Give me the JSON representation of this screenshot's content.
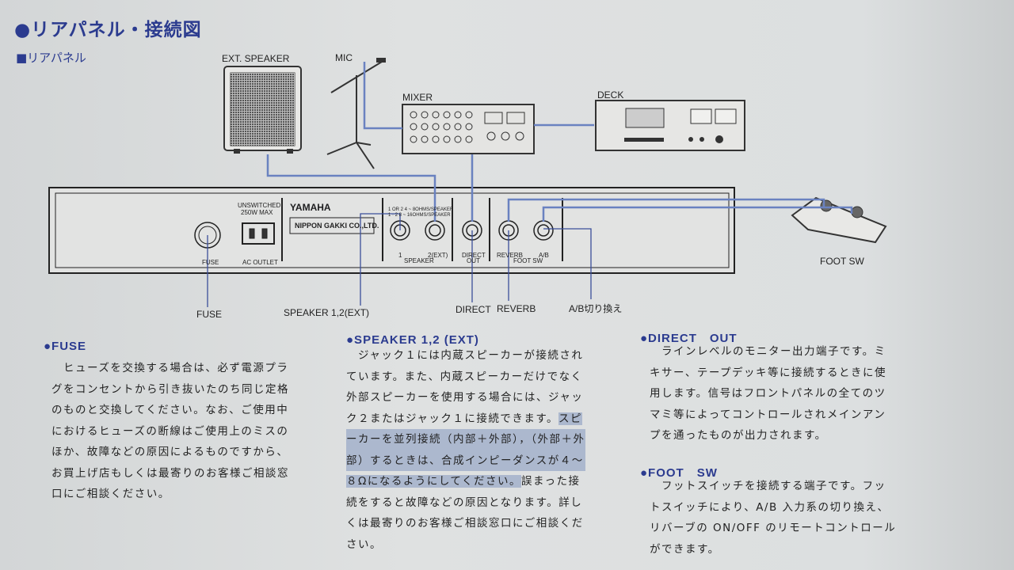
{
  "header": {
    "title": "●リアパネル・接続図",
    "subtitle": "■リアパネル"
  },
  "diagram": {
    "devices": {
      "ext_speaker": "EXT. SPEAKER",
      "mic": "MIC",
      "mixer": "MIXER",
      "deck": "DECK",
      "foot_sw": "FOOT SW"
    },
    "panel": {
      "brand": "YAMAHA",
      "maker": "NIPPON GAKKI CO.,LTD.",
      "unswitched": "UNSWITCHED",
      "max": "250W MAX",
      "fuse": "FUSE",
      "ac_outlet": "AC OUTLET",
      "speaker_note1": "1 OR 2  4 ~ 8OHMS/SPEAKER",
      "speaker_note2": "1 · 2  8 ~ 16OHMS/SPEAKER",
      "jack_1": "1",
      "jack_2": "2(EXT)",
      "speaker": "SPEAKER",
      "direct": "DIRECT",
      "out": "OUT",
      "reverb": "REVERB",
      "ab": "A/B",
      "foot_sw": "FOOT SW"
    },
    "callouts": {
      "fuse": "FUSE",
      "speaker": "SPEAKER 1,2(EXT)",
      "direct": "DIRECT",
      "reverb": "REVERB",
      "ab": "A/B切り換え"
    },
    "line_color": "#5a74b8"
  },
  "sections": {
    "fuse": {
      "heading": "●FUSE",
      "lines": [
        "　ヒューズを交換する場合は、必ず電源プラ",
        "グをコンセントから引き抜いたのち同じ定格",
        "のものと交換してください。なお、ご使用中",
        "におけるヒューズの断線はご使用上のミスの",
        "ほか、故障などの原因によるものですから、",
        "お買上げ店もしくは最寄りのお客様ご相談窓",
        "口にご相談ください。"
      ]
    },
    "speaker": {
      "heading": "●SPEAKER 1,2 (EXT)",
      "l1": "　ジャック１には内蔵スピーカーが接続され",
      "l2": "ています。また、内蔵スピーカーだけでなく",
      "l3": "外部スピーカーを使用する場合には、ジャッ",
      "l4a": "ク２またはジャック１に接続できます。",
      "l4b": "スピ",
      "l5": "ーカーを並列接続（内部＋外部），（外部＋外",
      "l6": "部）するときは、合成インピーダンスが４～",
      "l7a": "８Ωになるようにしてください。",
      "l7b": "誤まった接",
      "l8": "続をすると故障などの原因となります。詳し",
      "l9": "くは最寄りのお客様ご相談窓口にご相談くだ",
      "l10": "さい。"
    },
    "direct_out": {
      "heading": "●DIRECT　OUT",
      "lines": [
        "　ラインレベルのモニター出力端子です。ミ",
        "キサー、テープデッキ等に接続するときに使",
        "用します。信号はフロントパネルの全てのツ",
        "マミ等によってコントロールされメインアン",
        "プを通ったものが出力されます。"
      ]
    },
    "foot_sw": {
      "heading": "●FOOT　SW",
      "lines": [
        "　フットスイッチを接続する端子です。フッ",
        "トスイッチにより、A/B 入力系の切り換え、",
        "リバーブの ON/OFF のリモートコントロール",
        "ができます。"
      ]
    }
  }
}
